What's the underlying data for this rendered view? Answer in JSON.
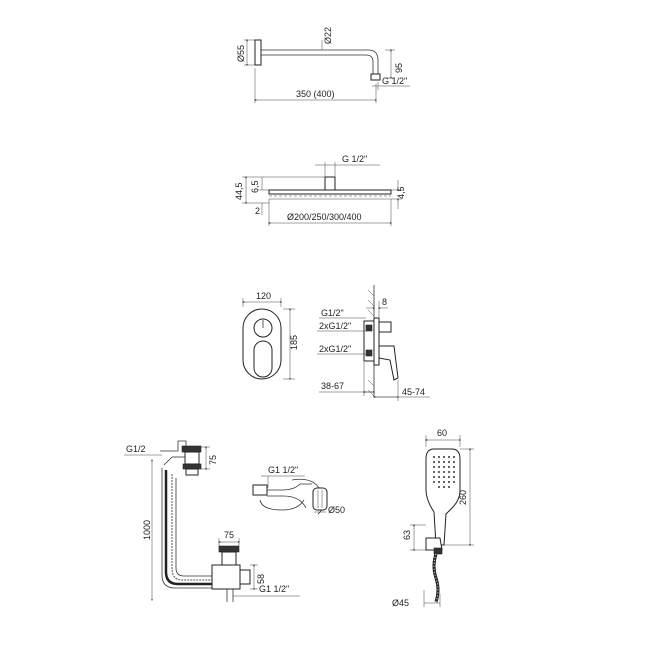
{
  "arm": {
    "d_wall": "Ø55",
    "d_pipe": "Ø22",
    "drop": "95",
    "thread": "G 1/2\"",
    "length": "350 (400)"
  },
  "head": {
    "thread": "G 1/2\"",
    "h_total": "44,5",
    "h_top": "6,5",
    "h_right": "4,5",
    "h_bottom": "2",
    "diameters": "Ø200/250/300/400"
  },
  "mixer": {
    "width": "120",
    "height": "185",
    "depth_top": "8",
    "thread_1": "G1/2\"",
    "thread_2": "2xG1/2\"",
    "thread_3": "2xG1/2\"",
    "range_left": "38-67",
    "range_right": "45-74"
  },
  "drain": {
    "thread_top": "G1/2",
    "h_top": "75",
    "length": "1000",
    "d_bottom": "75",
    "h_bottom": "58",
    "thread_bottom": "G1 1/2\""
  },
  "spout": {
    "thread": "G1 1/2\"",
    "diameter": "Ø50"
  },
  "hand": {
    "width": "60",
    "height": "260",
    "holder": "63",
    "diameter": "Ø45"
  }
}
